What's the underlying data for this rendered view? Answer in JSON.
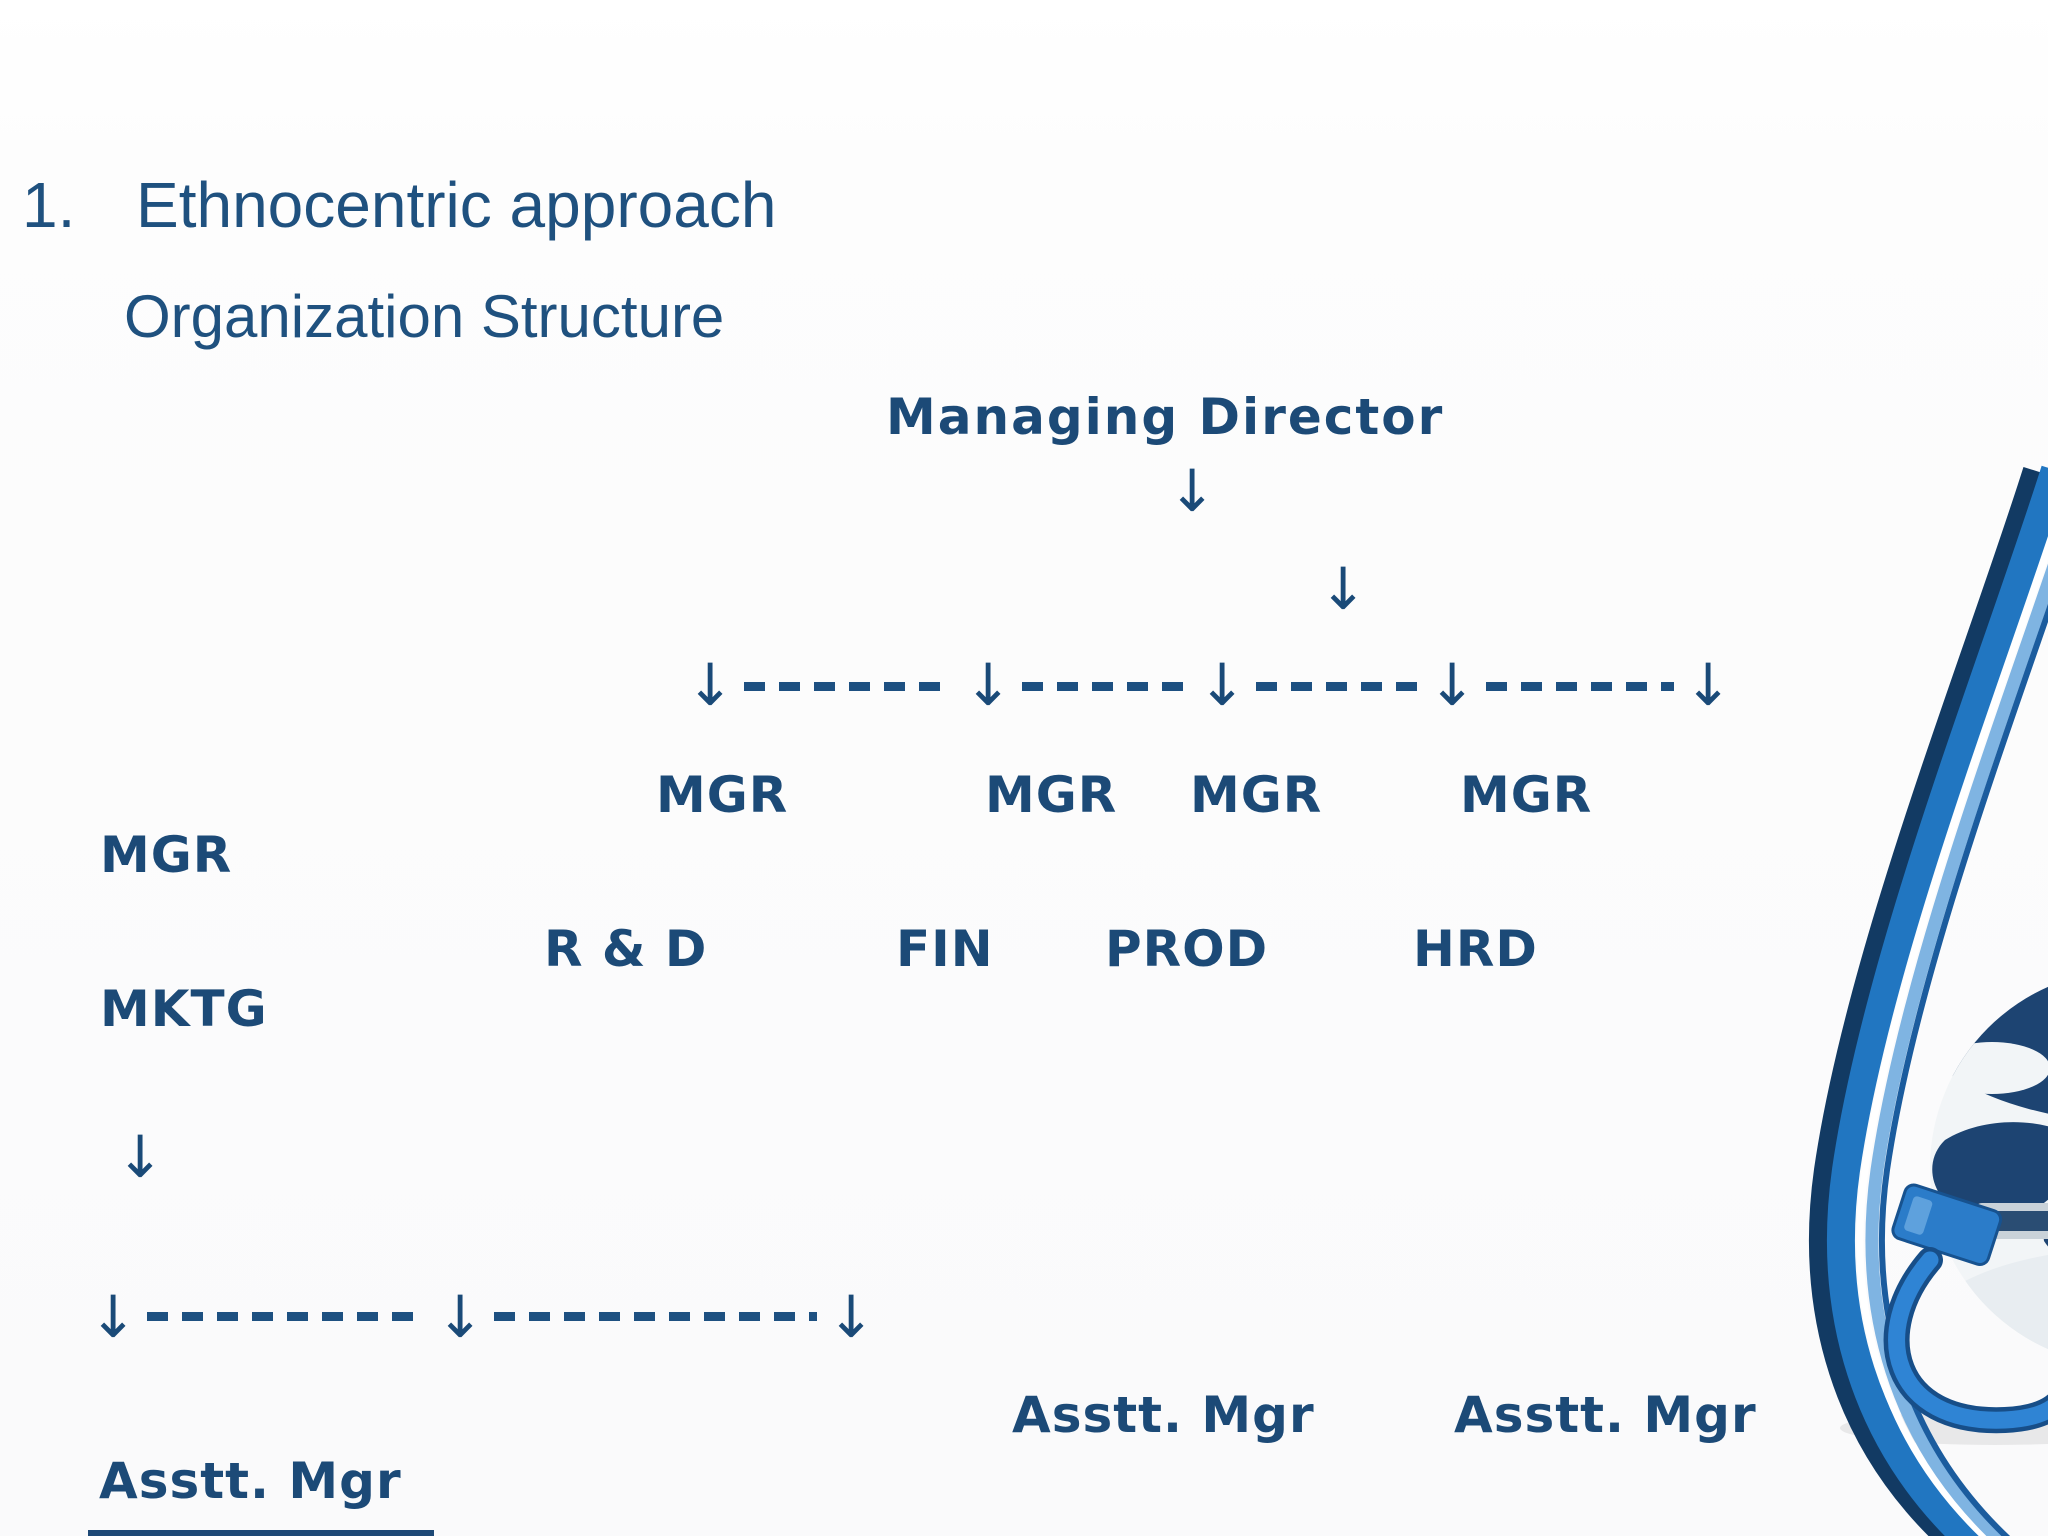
{
  "slide": {
    "heading": {
      "number": "1.",
      "title": "Ethnocentric approach",
      "subtitle": "Organization Structure"
    },
    "org_chart": {
      "root_label": "Managing Director",
      "arrow_glyph": "↓",
      "managers": [
        "MGR",
        "MGR",
        "MGR",
        "MGR"
      ],
      "overflow_manager": "MGR",
      "departments": [
        "R & D",
        "FIN",
        "PROD",
        "HRD"
      ],
      "overflow_department": "MKTG",
      "assistant_managers": [
        "Asstt. Mgr",
        "Asstt. Mgr"
      ],
      "overflow_assistant_manager": "Asstt. Mgr",
      "connector_rows": [
        {
          "arrow_count": 5,
          "style": "dashed"
        },
        {
          "arrow_count": 3,
          "style": "dashed"
        }
      ]
    },
    "colors": {
      "heading_text": "#1f517f",
      "chart_text": "#1c4a77",
      "dash_line": "#1d5081",
      "swoosh_dark": "#123a63",
      "swoosh_blue": "#2176c1",
      "swoosh_light": "#7fb4e2",
      "globe_land": "#1d4472",
      "cable_blue": "#2b7cc9"
    },
    "decoration": {
      "name": "globe-usb-swoosh"
    }
  }
}
